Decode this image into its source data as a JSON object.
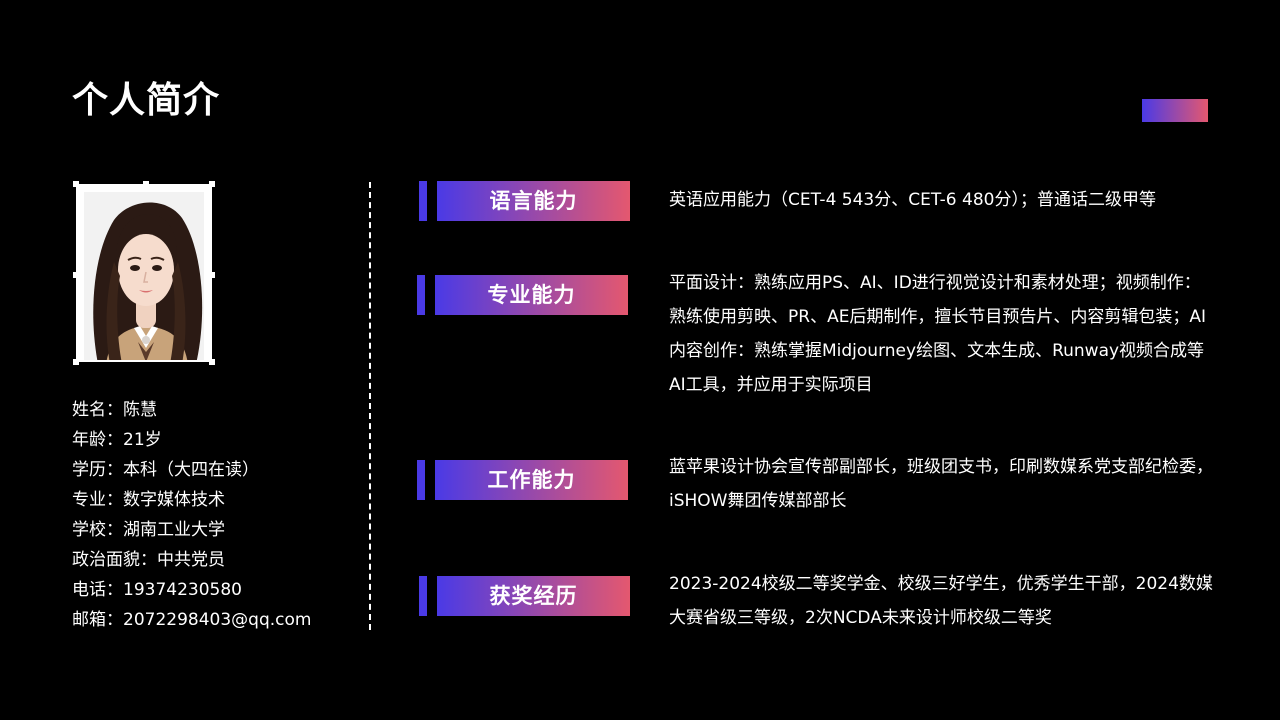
{
  "page": {
    "title": "个人简介"
  },
  "profile": {
    "rows": [
      {
        "label": "姓名：",
        "value": "陈慧"
      },
      {
        "label": "年龄：",
        "value": "21岁"
      },
      {
        "label": "学历：",
        "value": "本科（大四在读）"
      },
      {
        "label": "专业：",
        "value": "数字媒体技术"
      },
      {
        "label": "学校：",
        "value": "湖南工业大学"
      },
      {
        "label": "政治面貌：",
        "value": "中共党员"
      },
      {
        "label": "电话：",
        "value": "19374230580"
      },
      {
        "label": "邮箱：",
        "value": "2072298403@qq.com"
      }
    ]
  },
  "sections": [
    {
      "title": "语言能力",
      "text": "英语应用能力（CET-4 543分、CET-6 480分）；普通话二级甲等"
    },
    {
      "title": "专业能力",
      "text": "平面设计：熟练应用PS、AI、ID进行视觉设计和素材处理；视频制作：熟练使用剪映、PR、AE后期制作，擅长节目预告片、内容剪辑包装；AI内容创作：熟练掌握Midjourney绘图、文本生成、Runway视频合成等AI工具，并应用于实际项目"
    },
    {
      "title": "工作能力",
      "text": "蓝苹果设计协会宣传部副部长，班级团支书，印刷数媒系党支部纪检委，iSHOW舞团传媒部部长"
    },
    {
      "title": "获奖经历",
      "text": "2023-2024校级二等奖学金、校级三好学生，优秀学生干部，2024数媒大赛省级三等级，2次NCDA未来设计师校级二等奖"
    }
  ],
  "colors": {
    "background": "#000000",
    "gradient_start": "#4a3ae6",
    "gradient_end": "#e4586f",
    "text": "#ffffff"
  }
}
